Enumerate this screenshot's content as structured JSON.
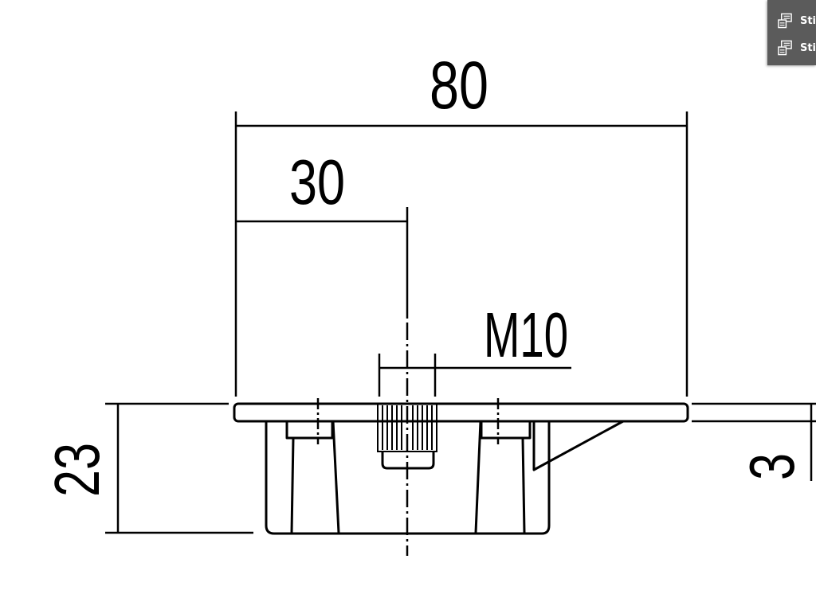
{
  "dimensions": {
    "overall_width": "80",
    "offset": "30",
    "thread": "M10",
    "height": "23",
    "side": "3"
  },
  "panel": {
    "items": [
      {
        "label": "Sti",
        "icon": "styles-icon"
      },
      {
        "label": "Sti",
        "icon": "styles-icon"
      }
    ]
  },
  "colors": {
    "line": "#000000",
    "panel_bg": "#5b5b5b",
    "panel_text": "#ffffff"
  }
}
